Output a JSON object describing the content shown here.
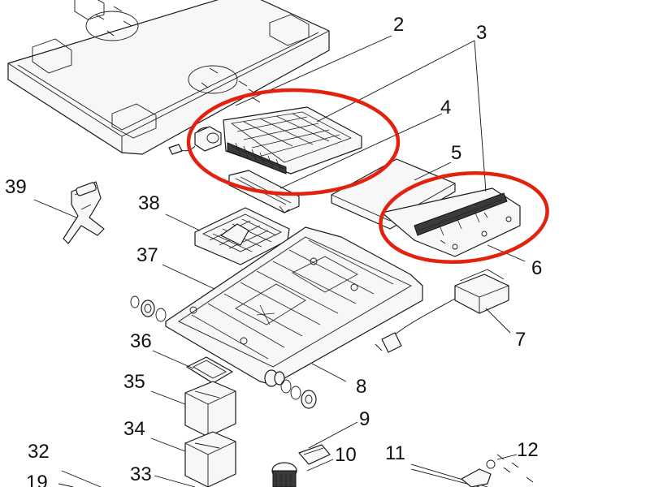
{
  "colors": {
    "highlight": "#e3210f",
    "line": "#1a1a1a"
  },
  "callouts": {
    "n2": "2",
    "n3": "3",
    "n4": "4",
    "n5": "5",
    "n6": "6",
    "n7": "7",
    "n8": "8",
    "n9": "9",
    "n10": "10",
    "n11": "11",
    "n12": "12",
    "n19": "19",
    "n32": "32",
    "n33": "33",
    "n34": "34",
    "n35": "35",
    "n36": "36",
    "n37": "37",
    "n38": "38",
    "n39": "39"
  }
}
